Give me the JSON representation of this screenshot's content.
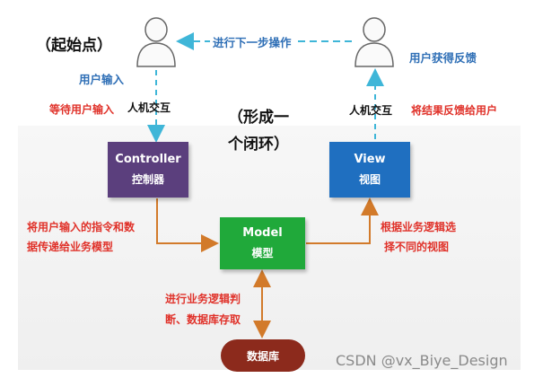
{
  "start_label": "（起始点）",
  "next_step": "进行下一步操作",
  "user_input": "用户输入",
  "user_feedback": "用户获得反馈",
  "wait_input": "等待用户输入",
  "interaction_left": "人机交互",
  "interaction_right": "人机交互",
  "feedback_to_user": "将结果反馈给用户",
  "loop_line1": "（形成一",
  "loop_line2": "个闭环）",
  "controller": {
    "title": "Controller",
    "subtitle": "控制器"
  },
  "view": {
    "title": "View",
    "subtitle": "视图"
  },
  "model": {
    "title": "Model",
    "subtitle": "模型"
  },
  "database": "数据库",
  "controller_to_model_line1": "将用户输入的指令和数",
  "controller_to_model_line2": "据传递给业务模型",
  "model_to_view_line1": "根据业务逻辑选",
  "model_to_view_line2": "择不同的视图",
  "model_db_line1": "进行业务逻辑判",
  "model_db_line2": "断、数据库存取",
  "watermark": "CSDN @vx_Biye_Design",
  "colors": {
    "controller": "#5b3f7d",
    "view": "#1f6fc0",
    "model": "#20a93a",
    "database": "#8c2a1c",
    "arrow_dashed": "#3fb6d8",
    "arrow_orange": "#d27a2a"
  }
}
